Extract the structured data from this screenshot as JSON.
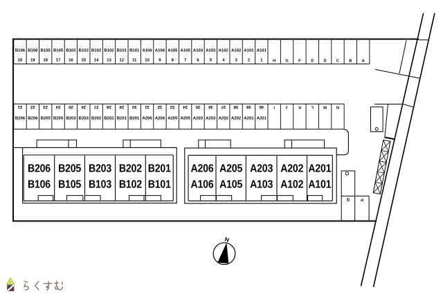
{
  "colors": {
    "line": "#000000",
    "background": "#ffffff",
    "logo_roof": "#b5cc34",
    "logo_body": "#5a463c",
    "logo_stripe": "#ffffff",
    "logo_text_color": "#8a7363"
  },
  "parking_row_top": {
    "spaces": [
      {
        "number": "20",
        "unit": "B106"
      },
      {
        "number": "19",
        "unit": "B106"
      },
      {
        "number": "18",
        "unit": "B105"
      },
      {
        "number": "17",
        "unit": "B105"
      },
      {
        "number": "16",
        "unit": "B103"
      },
      {
        "number": "15",
        "unit": "B103"
      },
      {
        "number": "14",
        "unit": "B102"
      },
      {
        "number": "13",
        "unit": "B102"
      },
      {
        "number": "12",
        "unit": "B101"
      },
      {
        "number": "11",
        "unit": "B101"
      },
      {
        "number": "10",
        "unit": "A106"
      },
      {
        "number": "9",
        "unit": "A106"
      },
      {
        "number": "8",
        "unit": "A105"
      },
      {
        "number": "7",
        "unit": "A105"
      },
      {
        "number": "6",
        "unit": "A103"
      },
      {
        "number": "5",
        "unit": "A103"
      },
      {
        "number": "4",
        "unit": "A102"
      },
      {
        "number": "3",
        "unit": "A102"
      },
      {
        "number": "2",
        "unit": "A101"
      },
      {
        "number": "1",
        "unit": "A101"
      }
    ],
    "letter_spaces": [
      "H",
      "G",
      "F",
      "E",
      "D",
      "C",
      "B",
      "A"
    ]
  },
  "parking_row_middle": {
    "rotated_numbers": true,
    "spaces": [
      {
        "number": "21",
        "unit": "B206"
      },
      {
        "number": "22",
        "unit": "B206"
      },
      {
        "number": "23",
        "unit": "B205"
      },
      {
        "number": "24",
        "unit": "B205"
      },
      {
        "number": "25",
        "unit": "B203"
      },
      {
        "number": "26",
        "unit": "B203"
      },
      {
        "number": "27",
        "unit": "B202"
      },
      {
        "number": "28",
        "unit": "B202"
      },
      {
        "number": "29",
        "unit": "B201"
      },
      {
        "number": "30",
        "unit": "B201"
      },
      {
        "number": "31",
        "unit": "A206"
      },
      {
        "number": "32",
        "unit": "A206"
      },
      {
        "number": "33",
        "unit": "A205"
      },
      {
        "number": "34",
        "unit": "A205"
      },
      {
        "number": "35",
        "unit": "A203"
      },
      {
        "number": "36",
        "unit": "A203"
      },
      {
        "number": "37",
        "unit": "A202"
      },
      {
        "number": "38",
        "unit": "A202"
      },
      {
        "number": "39",
        "unit": "A201"
      },
      {
        "number": "40",
        "unit": "A201"
      }
    ],
    "letter_spaces": [
      "I",
      "J",
      "K",
      "L",
      "M",
      "N"
    ]
  },
  "building_b": {
    "units": [
      {
        "upper": "B206",
        "lower": "B106"
      },
      {
        "upper": "B205",
        "lower": "B105"
      },
      {
        "upper": "B203",
        "lower": "B103"
      },
      {
        "upper": "B202",
        "lower": "B102"
      },
      {
        "upper": "B201",
        "lower": "B101"
      }
    ]
  },
  "building_a": {
    "units": [
      {
        "upper": "A206",
        "lower": "A106"
      },
      {
        "upper": "A205",
        "lower": "A105"
      },
      {
        "upper": "A203",
        "lower": "A103"
      },
      {
        "upper": "A202",
        "lower": "A102"
      },
      {
        "upper": "A201",
        "lower": "A101"
      }
    ]
  },
  "extra_spaces": {
    "rotated_letters": true,
    "labels": [
      "Q",
      "P"
    ]
  },
  "compass": {
    "label": "N"
  },
  "logo": {
    "text": "らくすむ"
  }
}
